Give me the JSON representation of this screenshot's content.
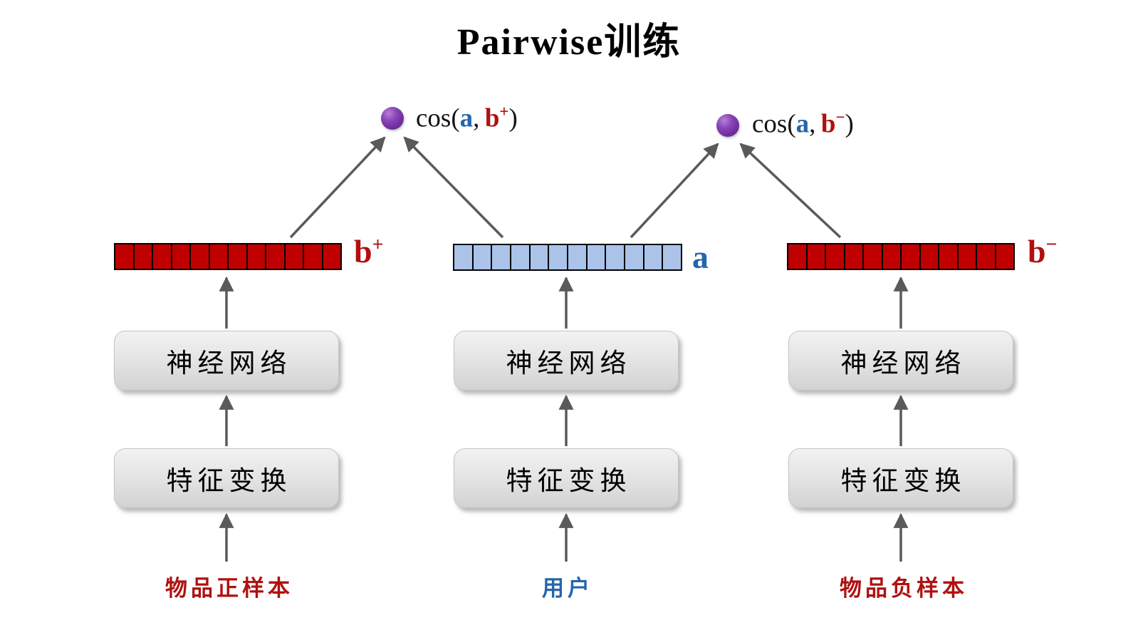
{
  "title": "Pairwise训练",
  "similarity": {
    "left": {
      "func": "cos(",
      "arg1": "a",
      "sep": ", ",
      "arg2": "b",
      "arg2_sup": "+",
      "close": ")"
    },
    "right": {
      "func": "cos(",
      "arg1": "a",
      "sep": ", ",
      "arg2": "b",
      "arg2_sup": "−",
      "close": ")"
    }
  },
  "vectors": {
    "positive": {
      "cells": 12,
      "label": "b",
      "label_sup": "+"
    },
    "user": {
      "cells": 12,
      "label": "a",
      "label_sup": ""
    },
    "negative": {
      "cells": 12,
      "label": "b",
      "label_sup": "−"
    }
  },
  "columns": {
    "positive": {
      "nn_box": "神经网络",
      "feat_box": "特征变换",
      "input": "物品正样本"
    },
    "user": {
      "nn_box": "神经网络",
      "feat_box": "特征变换",
      "input": "用户"
    },
    "negative": {
      "nn_box": "神经网络",
      "feat_box": "特征变换",
      "input": "物品负样本"
    }
  },
  "colors": {
    "item_red": "#b01010",
    "user_blue": "#2565ae",
    "vector_red_fill": "#c00000",
    "vector_blue_fill": "#abc3e8",
    "similarity_dot": "#7030a0",
    "arrow_gray": "#5a5a5a"
  }
}
